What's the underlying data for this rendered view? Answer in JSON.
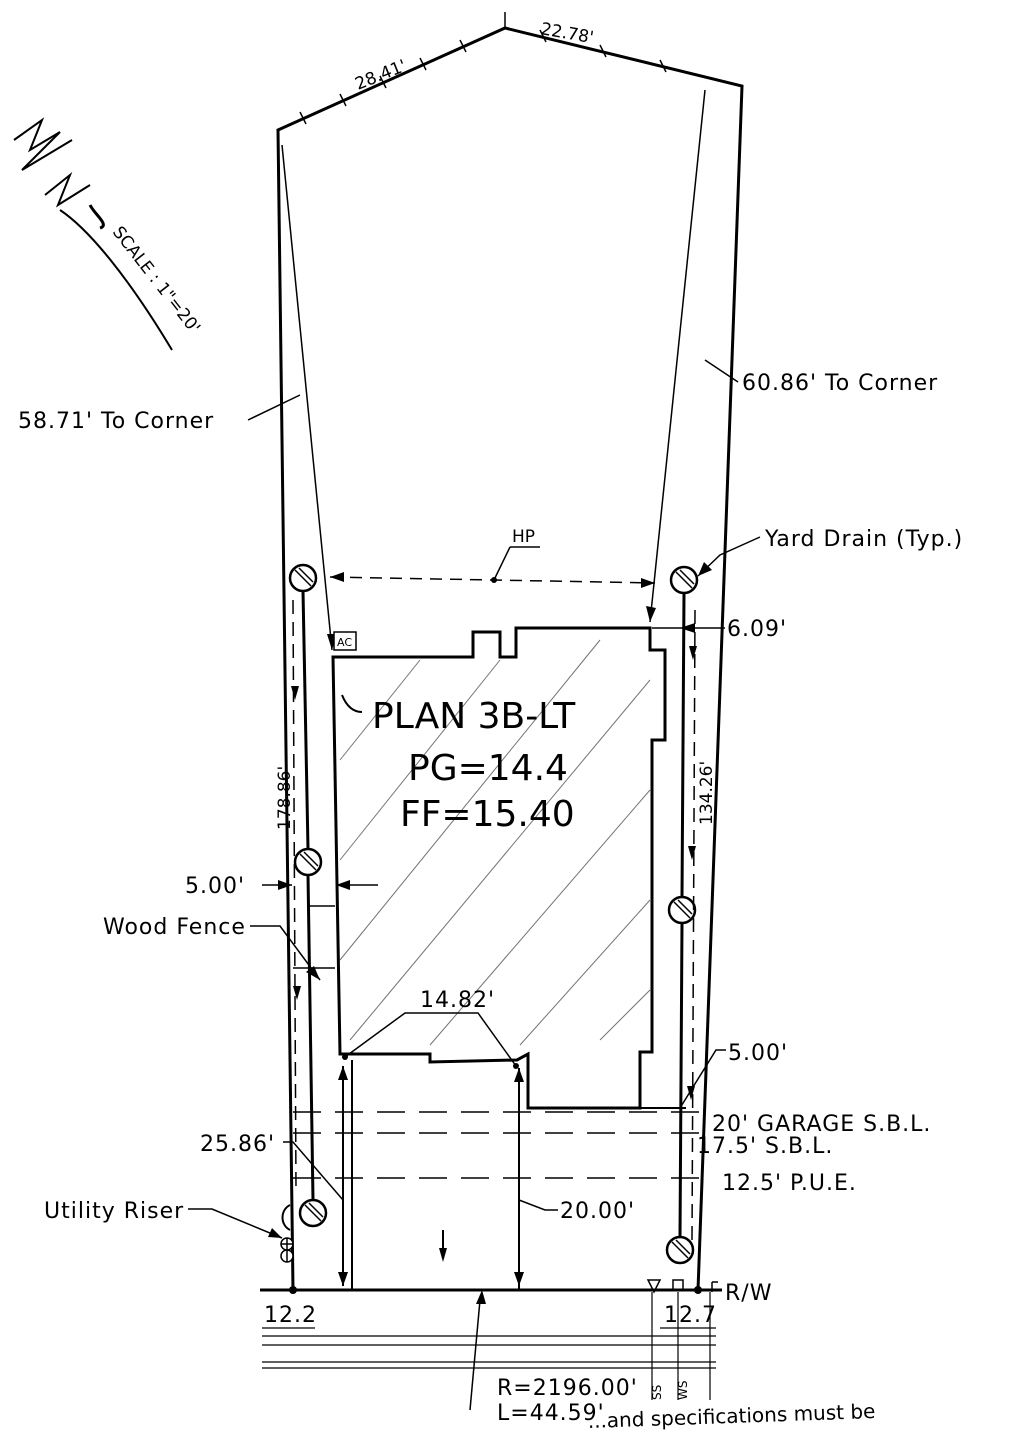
{
  "boundary": {
    "top_left_segment": "28.41'",
    "top_right_segment": "22.78'",
    "left_depth": "178.86'",
    "right_depth": "134.26'"
  },
  "north_arrow": {
    "icon": "north-arrow-icon",
    "scale": "SCALE : 1\"=20'"
  },
  "callouts": {
    "left_to_corner": "58.71' To Corner",
    "right_to_corner": "60.86' To Corner",
    "yard_drain": "Yard Drain (Typ.)",
    "right_side_setback": "6.09'",
    "left_side_setback": "5.00'",
    "wood_fence": "Wood Fence",
    "garage_side": "5.00'",
    "front_left": "25.86'",
    "utility_riser": "Utility Riser",
    "driveway_depth": "20.00'",
    "garage_width": "14.82'",
    "high_point": "HP"
  },
  "house": {
    "ac_label": "AC",
    "plan": "PLAN 3B-LT",
    "pg": "PG=14.4",
    "ff": "FF=15.40"
  },
  "setback_lines": {
    "garage_sbl": "20' GARAGE S.B.L.",
    "sbl": "17.5' S.B.L.",
    "pue": "12.5' P.U.E."
  },
  "street": {
    "rw": "R/W",
    "left_elev": "12.2",
    "right_elev": "12.7",
    "radius": "R=2196.00'",
    "length": "L=44.59'",
    "ss": "SS",
    "ws": "WS",
    "note": "...and specifications must be"
  }
}
